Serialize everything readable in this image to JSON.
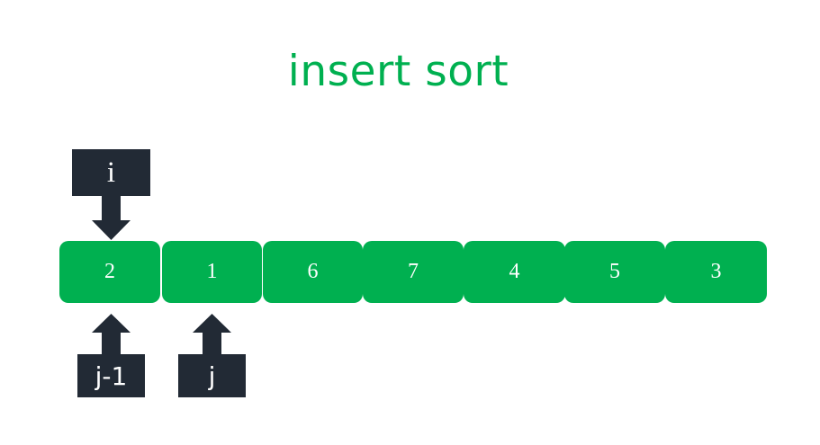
{
  "title": "insert sort",
  "colors": {
    "cell_fill": "#00b050",
    "title": "#00b050",
    "pointer_fill": "#222a35",
    "text_on_dark": "#ffffff"
  },
  "array": {
    "values": [
      "2",
      "1",
      "6",
      "7",
      "4",
      "5",
      "3"
    ]
  },
  "pointers": {
    "i": {
      "label": "i",
      "index": 0,
      "direction": "down"
    },
    "j_minus_1": {
      "label": "j-1",
      "index": 0,
      "direction": "up"
    },
    "j": {
      "label": "j",
      "index": 1,
      "direction": "up"
    }
  }
}
